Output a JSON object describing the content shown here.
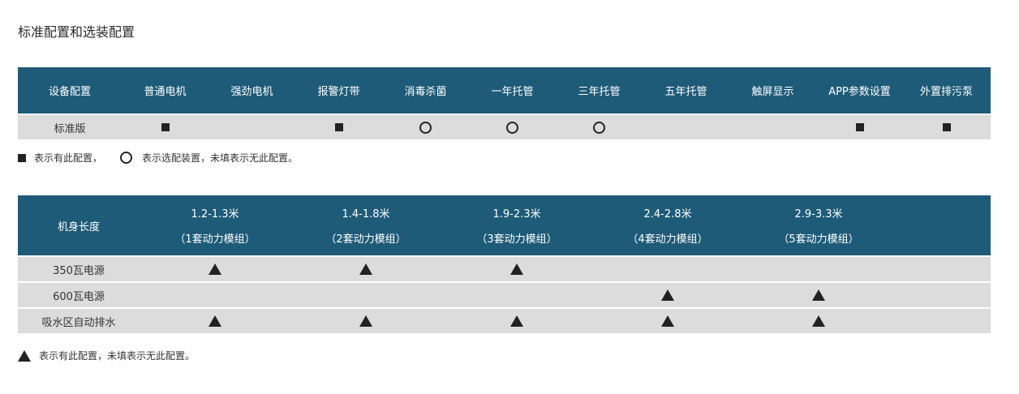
{
  "title": "标准配置和选装配置",
  "table1": {
    "headers": [
      "设备配置",
      "普通电机",
      "强劲电机",
      "报警灯带",
      "消毒杀菌",
      "一年托管",
      "三年托管",
      "五年托管",
      "触屏显示",
      "APP参数设置",
      "外置排污泵"
    ],
    "row_label": "标准版",
    "marks": [
      "square",
      "",
      "square",
      "circle",
      "circle",
      "circle",
      "",
      "",
      "square",
      "square"
    ]
  },
  "legend1": {
    "square_text": "表示有此配置，",
    "circle_text": "表示选配装置，未填表示无此配置。"
  },
  "table2": {
    "header_label": "机身长度",
    "columns": [
      {
        "range": "1.2-1.3米",
        "modules": "（1套动力模组）"
      },
      {
        "range": "1.4-1.8米",
        "modules": "（2套动力模组）"
      },
      {
        "range": "1.9-2.3米",
        "modules": "（3套动力模组）"
      },
      {
        "range": "2.4-2.8米",
        "modules": "（4套动力模组）"
      },
      {
        "range": "2.9-3.3米",
        "modules": "（5套动力模组）"
      }
    ],
    "rows": [
      {
        "label": "350瓦电源",
        "marks": [
          true,
          true,
          true,
          false,
          false
        ]
      },
      {
        "label": "600瓦电源",
        "marks": [
          false,
          false,
          false,
          true,
          true
        ]
      },
      {
        "label": "吸水区自动排水",
        "marks": [
          true,
          true,
          true,
          true,
          true
        ]
      }
    ]
  },
  "legend2": {
    "text": "表示有此配置，未填表示无此配置。"
  }
}
